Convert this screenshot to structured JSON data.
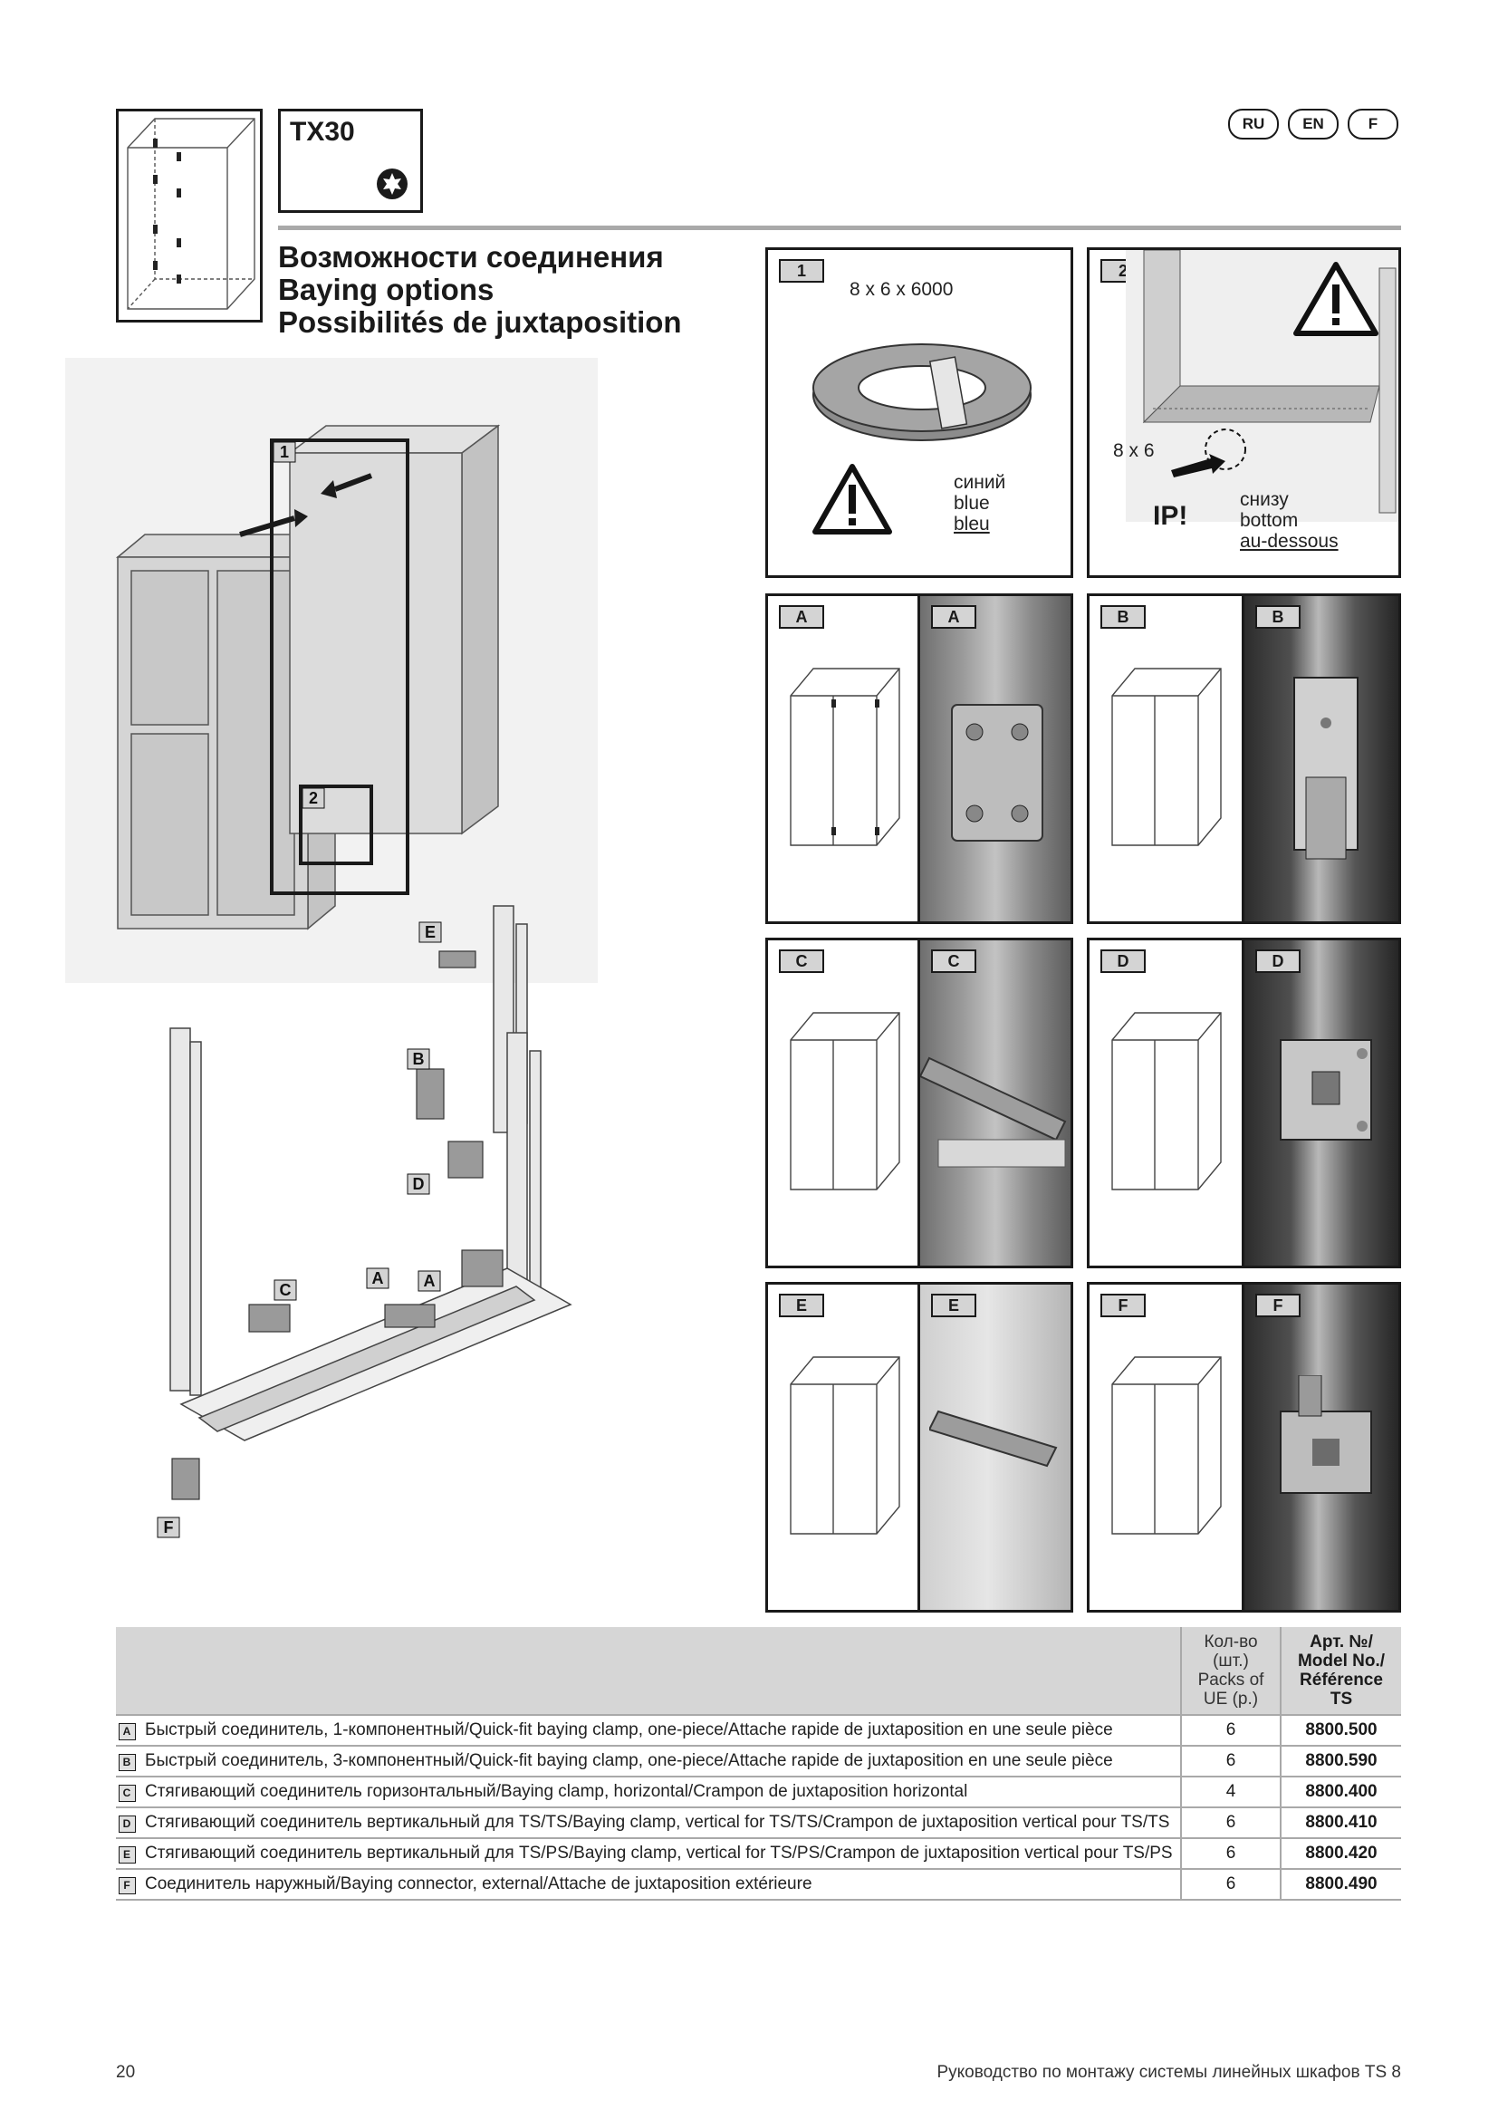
{
  "header": {
    "code": "TX30",
    "languages": [
      "RU",
      "EN",
      "F"
    ]
  },
  "title": {
    "ru": "Возможности соединения",
    "en": "Baying options",
    "fr": "Possibilités de juxtaposition"
  },
  "overview": {
    "callouts": [
      "1",
      "2",
      "E",
      "B",
      "D",
      "A",
      "C",
      "A",
      "F"
    ]
  },
  "panels": {
    "p1": {
      "tag": "1",
      "size": "8 x 6 x 6000",
      "color_ru": "синий",
      "color_en": "blue",
      "color_fr": "bleu"
    },
    "p2": {
      "tag": "2",
      "size": "8 x 6",
      "ip": "IP!",
      "pos_ru": "снизу",
      "pos_en": "bottom",
      "pos_fr": "au-dessous"
    },
    "A": {
      "tag": "A"
    },
    "B": {
      "tag": "B"
    },
    "C": {
      "tag": "C"
    },
    "D": {
      "tag": "D"
    },
    "E": {
      "tag": "E"
    },
    "F": {
      "tag": "F"
    }
  },
  "table": {
    "head": {
      "qty_1": "Кол-во",
      "qty_2": "(шт.)",
      "qty_3": "Packs of",
      "qty_4": "UE (p.)",
      "art_1": "Арт. №/",
      "art_2": "Model No./",
      "art_3": "Référence",
      "art_4": "TS"
    },
    "rows": [
      {
        "letter": "A",
        "desc": "Быстрый соединитель, 1-компонентный/Quick-fit baying clamp, one-piece/Attache rapide de juxtaposition en une seule pièce",
        "qty": "6",
        "art": "8800.500"
      },
      {
        "letter": "B",
        "desc": "Быстрый соединитель, 3-компонентный/Quick-fit baying clamp, one-piece/Attache rapide de juxtaposition en une seule pièce",
        "qty": "6",
        "art": "8800.590"
      },
      {
        "letter": "C",
        "desc": "Стягивающий соединитель горизонтальный/Baying clamp, horizontal/Crampon de juxtaposition horizontal",
        "qty": "4",
        "art": "8800.400"
      },
      {
        "letter": "D",
        "desc": "Стягивающий соединитель вертикальный для TS/TS/Baying clamp, vertical for TS/TS/Crampon de juxtaposition vertical pour TS/TS",
        "qty": "6",
        "art": "8800.410"
      },
      {
        "letter": "E",
        "desc": "Стягивающий соединитель вертикальный для TS/PS/Baying clamp, vertical for TS/PS/Crampon de juxtaposition vertical pour TS/PS",
        "qty": "6",
        "art": "8800.420"
      },
      {
        "letter": "F",
        "desc": "Соединитель наружный/Baying connector, external/Attache de juxtaposition extérieure",
        "qty": "6",
        "art": "8800.490"
      }
    ]
  },
  "footer": {
    "page": "20",
    "doc": "Руководство по монтажу системы линейных шкафов TS 8"
  }
}
